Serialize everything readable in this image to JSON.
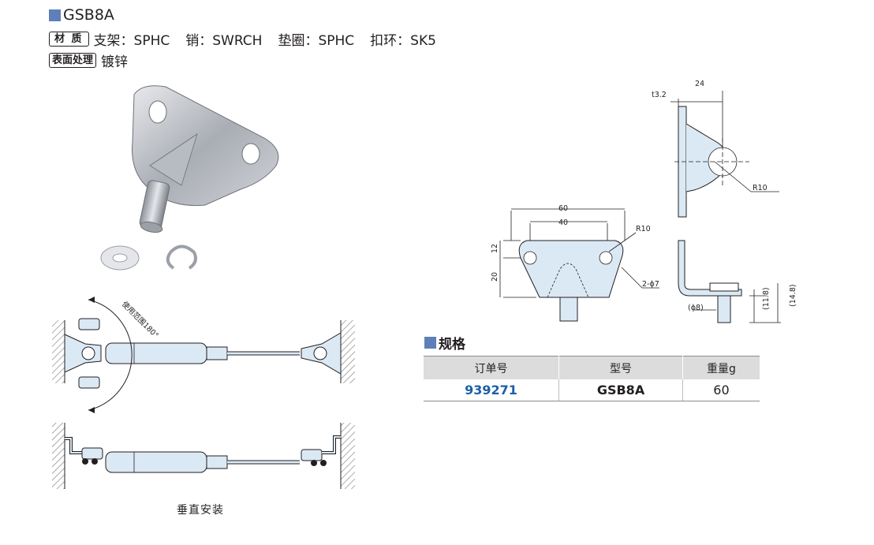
{
  "header": {
    "title": "GSB8A",
    "material_tag": "材 质",
    "materials": [
      "支架：SPHC",
      "销：SWRCH",
      "垫圈：SPHC",
      "扣环：SK5"
    ],
    "surface_tag": "表面处理",
    "surface_value": "镀锌"
  },
  "diagrams": {
    "angle_label": "使用范围180°",
    "caption": "垂直安装",
    "dims": {
      "t": "t3.2",
      "top_width": "24",
      "r_side": "R10",
      "front_width": "60",
      "hole_pitch": "40",
      "r_front": "R10",
      "h12": "12",
      "h20": "20",
      "holes": "2-ϕ7",
      "pin_dia": "(ϕ8)",
      "pin_len1": "(11.8)",
      "pin_len2": "(14.8)"
    }
  },
  "spec": {
    "title": "规格",
    "headers": [
      "订单号",
      "型号",
      "重量g"
    ],
    "rows": [
      {
        "order": "939271",
        "model": "GSB8A",
        "weight": "60"
      }
    ]
  },
  "colors": {
    "accent_square": "#5f7fb8",
    "order_number": "#1d5fa8",
    "table_header_bg": "#dcdcdc",
    "part_blue": "#dbe9f5"
  }
}
